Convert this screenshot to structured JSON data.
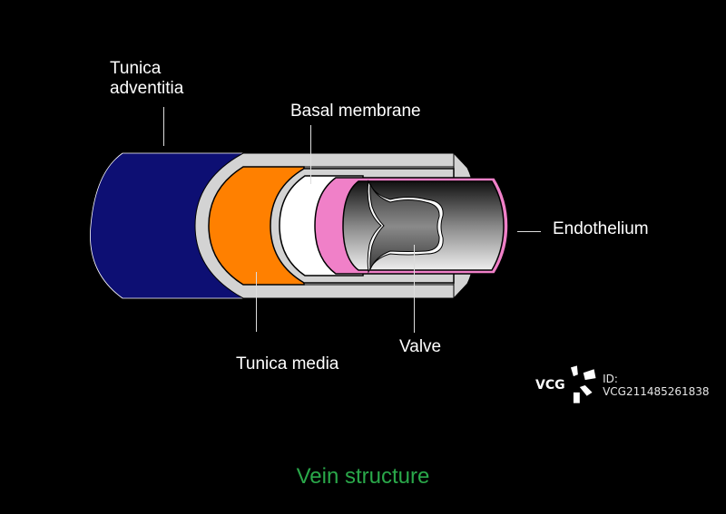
{
  "title": "Vein structure",
  "labels": {
    "tunica_adventitia": "Tunica\nadventitia",
    "tunica_adventitia_line1": "Tunica",
    "tunica_adventitia_line2": "adventitia",
    "basal_membrane": "Basal membrane",
    "endothelium": "Endothelium",
    "tunica_media": "Tunica media",
    "valve": "Valve"
  },
  "watermark": {
    "logo": "VCG",
    "id": "ID: VCG211485261838"
  },
  "colors": {
    "background": "#000000",
    "tunica_adventitia": "#0d0f73",
    "tunica_media": "#ff8000",
    "basal_membrane": "#ffffff",
    "endothelium": "#f080c8",
    "grey_sheath": "#d3d3d3",
    "title": "#2aa84a"
  }
}
